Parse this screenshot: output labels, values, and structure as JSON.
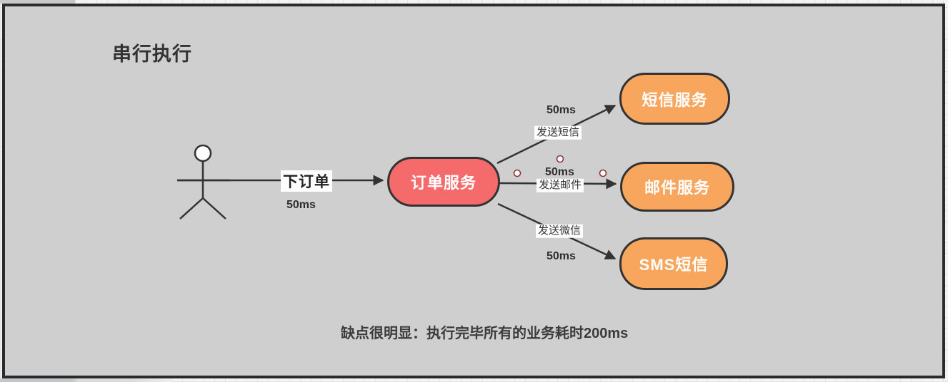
{
  "page": {
    "title_text": "串行执行",
    "caption": "缺点很明显：执行完毕所有的业务耗时200ms"
  },
  "nodes": {
    "order": "订单服务",
    "sms": "短信服务",
    "mail": "邮件服务",
    "sms2": "SMS短信"
  },
  "edges": {
    "place_order": {
      "label": "下订单",
      "duration": "50ms"
    },
    "send_sms": {
      "label": "发送短信",
      "duration": "50ms"
    },
    "send_mail": {
      "label": "发送邮件",
      "duration": "50ms"
    },
    "send_wechat": {
      "label": "发送微信",
      "duration": "50ms"
    }
  },
  "colors": {
    "order_node_fill": "#f56b6b",
    "service_node_fill": "#f8a55e",
    "node_border": "#333333",
    "arrow_stroke": "#333333",
    "canvas_background": "#cfcfcf",
    "page_border": "#2b2b2b",
    "connection_point_stroke": "#8f3434",
    "label_background": "#ffffff"
  }
}
